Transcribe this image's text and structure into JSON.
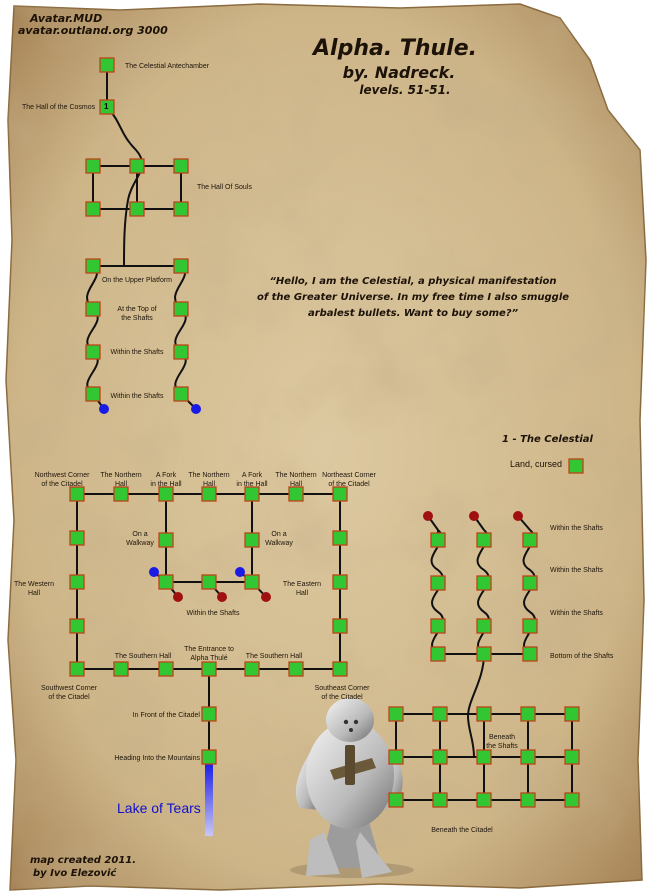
{
  "header": {
    "mud_name": "Avatar.MUD",
    "mud_address": "avatar.outland.org 3000",
    "area_title": "Alpha. Thule.",
    "author": "by. Nadreck.",
    "levels": "levels. 51-51."
  },
  "quote": [
    "“Hello, I am the Celestial, a physical manifestation",
    "of the Greater Universe. In my free time I also smuggle",
    "arbalest bullets. Want to buy some?”"
  ],
  "legend": {
    "mob_entry": "1 - The Celestial",
    "land_label": "Land, cursed",
    "mob_marker": "1"
  },
  "credits": {
    "line1": "map created 2011.",
    "line2": "by Ivo Elezović"
  },
  "lake_label": "Lake of Tears",
  "room_labels": {
    "celestial_antechamber": "The Celestial Antechamber",
    "hall_of_cosmos": "The Hall of the Cosmos",
    "hall_of_souls": "The Hall Of Souls",
    "upper_platform": "On the Upper Platform",
    "top_of_shafts_1": "At the Top of",
    "top_of_shafts_2": "the Shafts",
    "within_shafts_a": "Within the Shafts",
    "within_shafts_b": "Within the Shafts",
    "nw_corner_1": "Northwest Corner",
    "nw_corner_2": "of the Citadel",
    "northern_hall_w_1": "The Northern",
    "northern_hall_w_2": "Hall",
    "fork_w_1": "A Fork",
    "fork_w_2": "in the Hall",
    "northern_hall_c_1": "The Northern",
    "northern_hall_c_2": "Hall",
    "fork_e_1": "A Fork",
    "fork_e_2": "in the Hall",
    "northern_hall_e_1": "The Northern",
    "northern_hall_e_2": "Hall",
    "ne_corner_1": "Northeast Corner",
    "ne_corner_2": "of the Citadel",
    "walkway_w_1": "On a",
    "walkway_w_2": "Walkway",
    "walkway_e_1": "On a",
    "walkway_e_2": "Walkway",
    "western_hall_1": "The Western",
    "western_hall_2": "Hall",
    "eastern_hall_1": "The Eastern",
    "eastern_hall_2": "Hall",
    "within_shafts_inner": "Within the Shafts",
    "southern_hall_w": "The Southern Hall",
    "entrance_1": "The Entrance to",
    "entrance_2": "Alpha Thulé",
    "southern_hall_e": "The Southern Hall",
    "sw_corner_1": "Southwest Corner",
    "sw_corner_2": "of the Citadel",
    "se_corner_1": "Southeast Corner",
    "se_corner_2": "of the Citadel",
    "front_citadel": "In Front of the Citadel",
    "heading_mountains": "Heading Into the Mountains",
    "shafts_r1": "Within the Shafts",
    "shafts_r2": "Within the Shafts",
    "shafts_r3": "Within the Shafts",
    "bottom_shafts": "Bottom of the Shafts",
    "beneath_shafts_1": "Beneath",
    "beneath_shafts_2": "the Shafts",
    "beneath_citadel": "Beneath the Citadel"
  },
  "colors": {
    "parchment": "#d6c29a",
    "room_fill": "#33c633",
    "room_border": "#c0421a",
    "exit_down": "#1a1ae6",
    "exit_up": "#a01010",
    "lake": "#1010cc"
  }
}
